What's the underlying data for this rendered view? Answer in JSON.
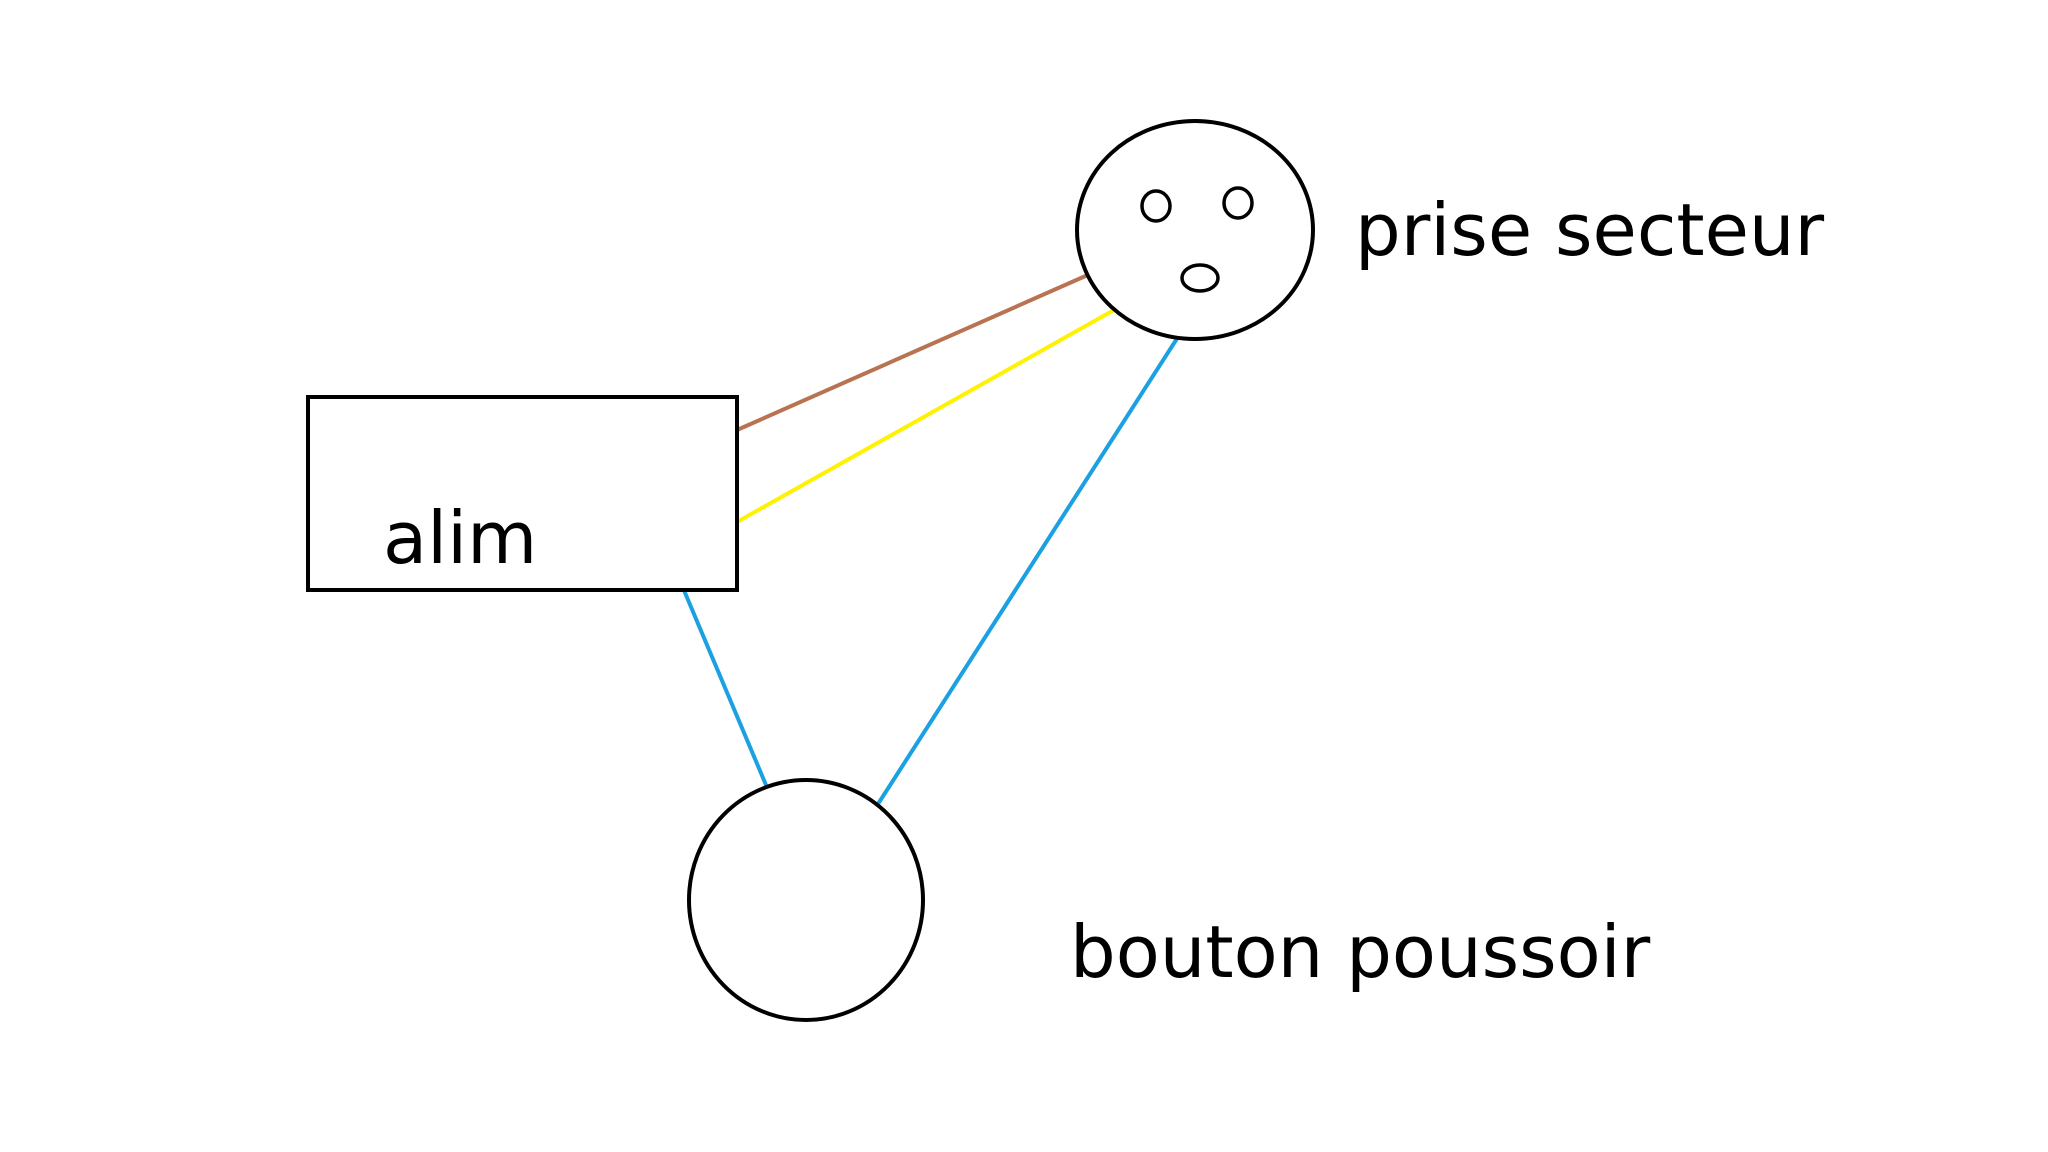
{
  "labels": {
    "alim": "alim",
    "prise": "prise secteur",
    "bouton": "bouton poussoir"
  },
  "colors": {
    "wire_brown": "#b87352",
    "wire_yellow": "#fff200",
    "wire_blue": "#1ba1e2",
    "outline": "#000000",
    "background": "#ffffff"
  },
  "connections": [
    {
      "from": "alim",
      "to": "prise secteur",
      "color": "brown"
    },
    {
      "from": "alim",
      "to": "prise secteur",
      "color": "yellow"
    },
    {
      "from": "alim",
      "to": "bouton poussoir",
      "color": "blue"
    },
    {
      "from": "prise secteur",
      "to": "bouton poussoir",
      "color": "blue"
    }
  ]
}
